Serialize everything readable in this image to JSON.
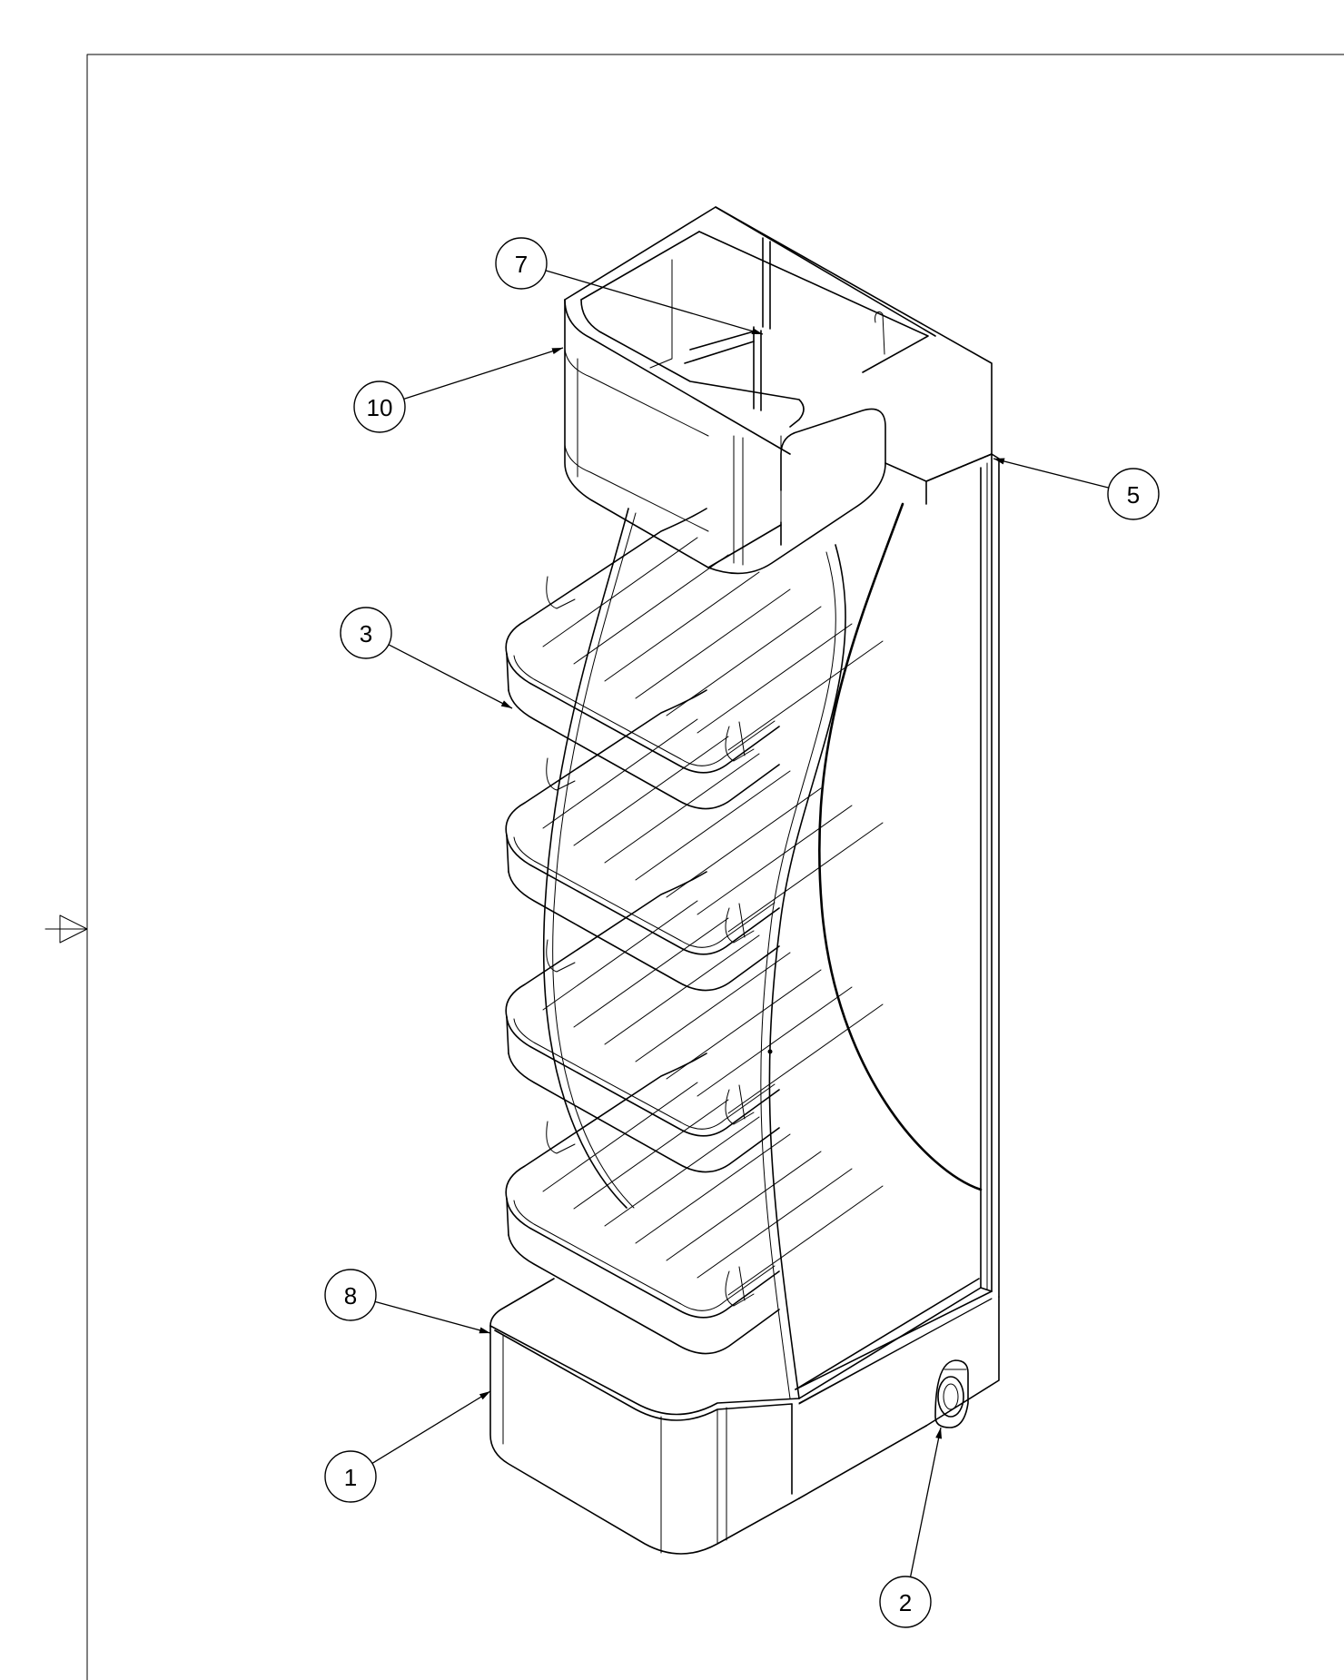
{
  "callouts": [
    {
      "id": "c7",
      "label": "7"
    },
    {
      "id": "c10",
      "label": "10"
    },
    {
      "id": "c5",
      "label": "5"
    },
    {
      "id": "c3",
      "label": "3"
    },
    {
      "id": "c8",
      "label": "8"
    },
    {
      "id": "c1",
      "label": "1"
    },
    {
      "id": "c2",
      "label": "2"
    }
  ]
}
